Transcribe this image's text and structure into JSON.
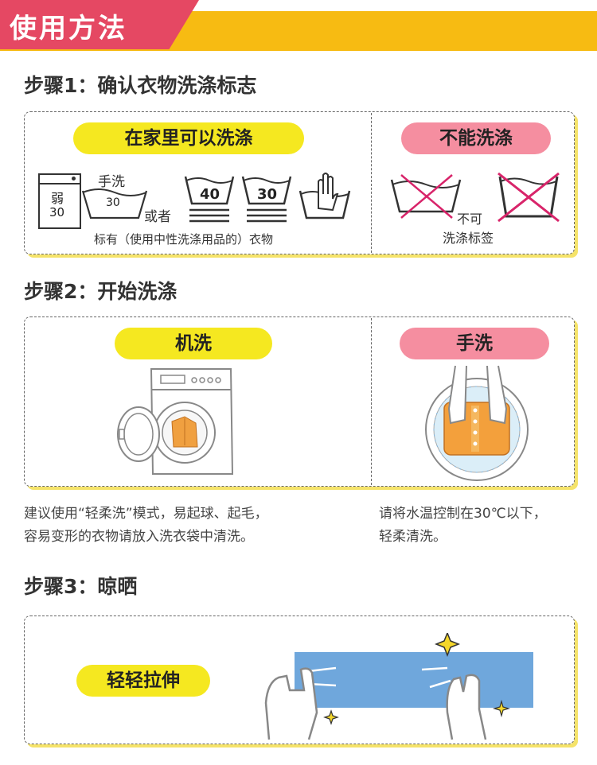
{
  "header": {
    "title": "使用方法"
  },
  "step1": {
    "title": "步骤1：确认衣物洗涤标志",
    "washable_label": "在家里可以洗涤",
    "not_washable_label": "不能洗涤",
    "weak_label": "弱",
    "weak_temp": "30",
    "handwash_label": "手洗",
    "handwash_temp": "30",
    "or_text": "或者",
    "temp40": "40",
    "temp30": "30",
    "caption": "标有（使用中性洗涤用品的）衣物",
    "no_wash_caption_1": "不可",
    "no_wash_caption_2": "洗涤标签"
  },
  "step2": {
    "title": "步骤2：开始洗涤",
    "machine_label": "机洗",
    "hand_label": "手洗",
    "machine_note_1": "建议使用“轻柔洗”模式，易起球、起毛，",
    "machine_note_2": "容易变形的衣物请放入洗衣袋中清洗。",
    "hand_note_1": "请将水温控制在30℃以下，",
    "hand_note_2": "轻柔清洗。"
  },
  "step3": {
    "title": "步骤3：晾晒",
    "stretch_label": "轻轻拉伸"
  },
  "colors": {
    "header_pink": "#e54863",
    "header_yellow": "#f7bb12",
    "pill_yellow": "#f5e820",
    "pill_pink": "#f58ea0",
    "cross_red": "#d8246a",
    "towel_blue": "#6fa7dc",
    "clothes_orange": "#f0a040"
  }
}
